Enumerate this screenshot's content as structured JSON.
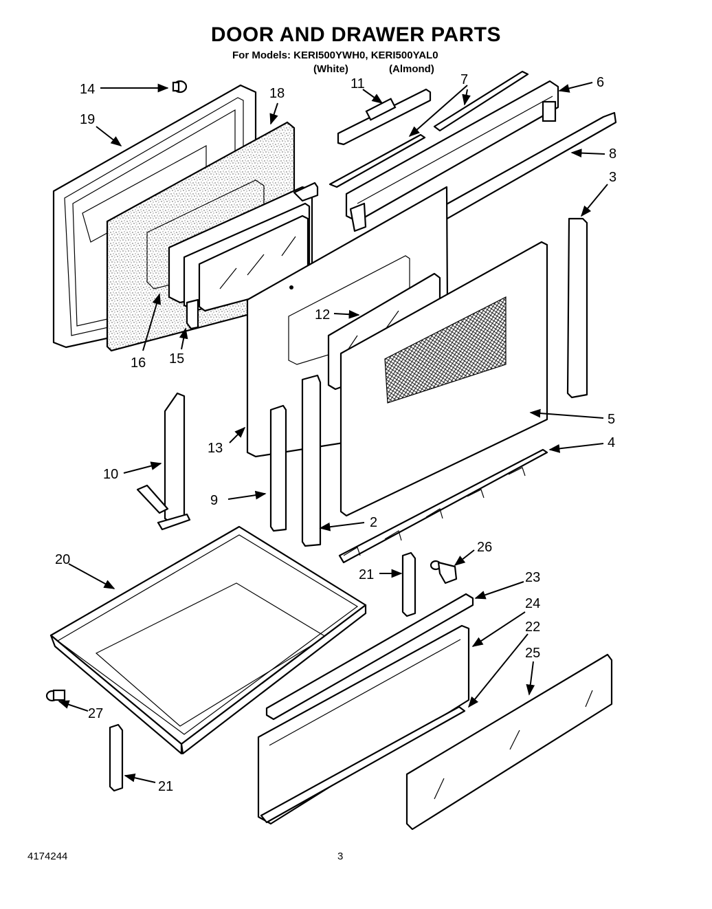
{
  "header": {
    "title": "DOOR AND DRAWER PARTS",
    "models_line": "For Models: KERI500YWH0, KERI500YAL0",
    "variant_white": "(White)",
    "variant_almond": "(Almond)"
  },
  "footer": {
    "document_number": "4174244",
    "page_number": "3"
  },
  "callouts": {
    "p14": "14",
    "p19": "19",
    "p18": "18",
    "p11": "11",
    "p7": "7",
    "p6": "6",
    "p8": "8",
    "p3": "3",
    "p12": "12",
    "p16": "16",
    "p15": "15",
    "p5": "5",
    "p4": "4",
    "p13": "13",
    "p10": "10",
    "p9": "9",
    "p2": "2",
    "p20": "20",
    "p26": "26",
    "p21a": "21",
    "p23": "23",
    "p24": "24",
    "p22": "22",
    "p25": "25",
    "p27": "27",
    "p21b": "21"
  }
}
